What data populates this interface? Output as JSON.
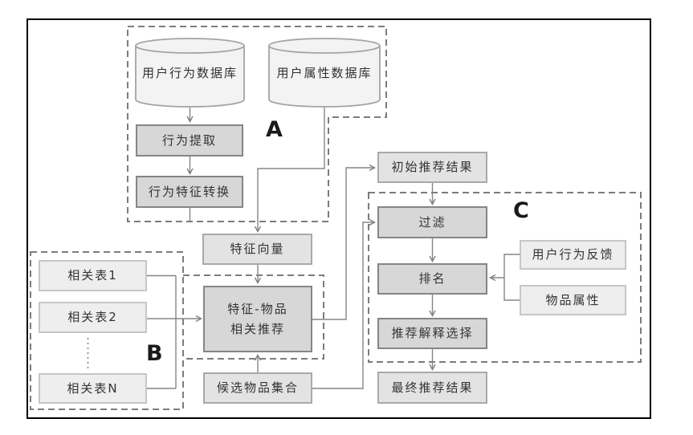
{
  "diagram": {
    "groups": {
      "a": "A",
      "b": "B",
      "c": "C"
    },
    "databases": {
      "behavior": "用户行为数据库",
      "attribute": "用户属性数据库"
    },
    "nodes": {
      "behavior_extract": "行为提取",
      "behavior_feature_convert": "行为特征转换",
      "feature_vector": "特征向量",
      "feature_item_rec_line1": "特征-物品",
      "feature_item_rec_line2": "相关推荐",
      "candidate_item_set": "候选物品集合",
      "related_table_1": "相关表1",
      "related_table_2": "相关表2",
      "related_table_n": "相关表N",
      "initial_results": "初始推荐结果",
      "filter": "过滤",
      "ranking": "排名",
      "explanation_selection": "推荐解释选择",
      "final_results": "最终推荐结果",
      "user_behavior_feedback": "用户行为反馈",
      "item_attribute": "物品属性"
    },
    "colors": {
      "node_dark_fill": "#d7d7d7",
      "node_medium_fill": "#e3e3e3",
      "node_light_fill": "#eeeeee",
      "cylinder_fill": "#f3f3f3",
      "connector_gray": "#858585",
      "dashed_group_gray": "#7c7c7c",
      "frame_black": "#000000"
    }
  }
}
